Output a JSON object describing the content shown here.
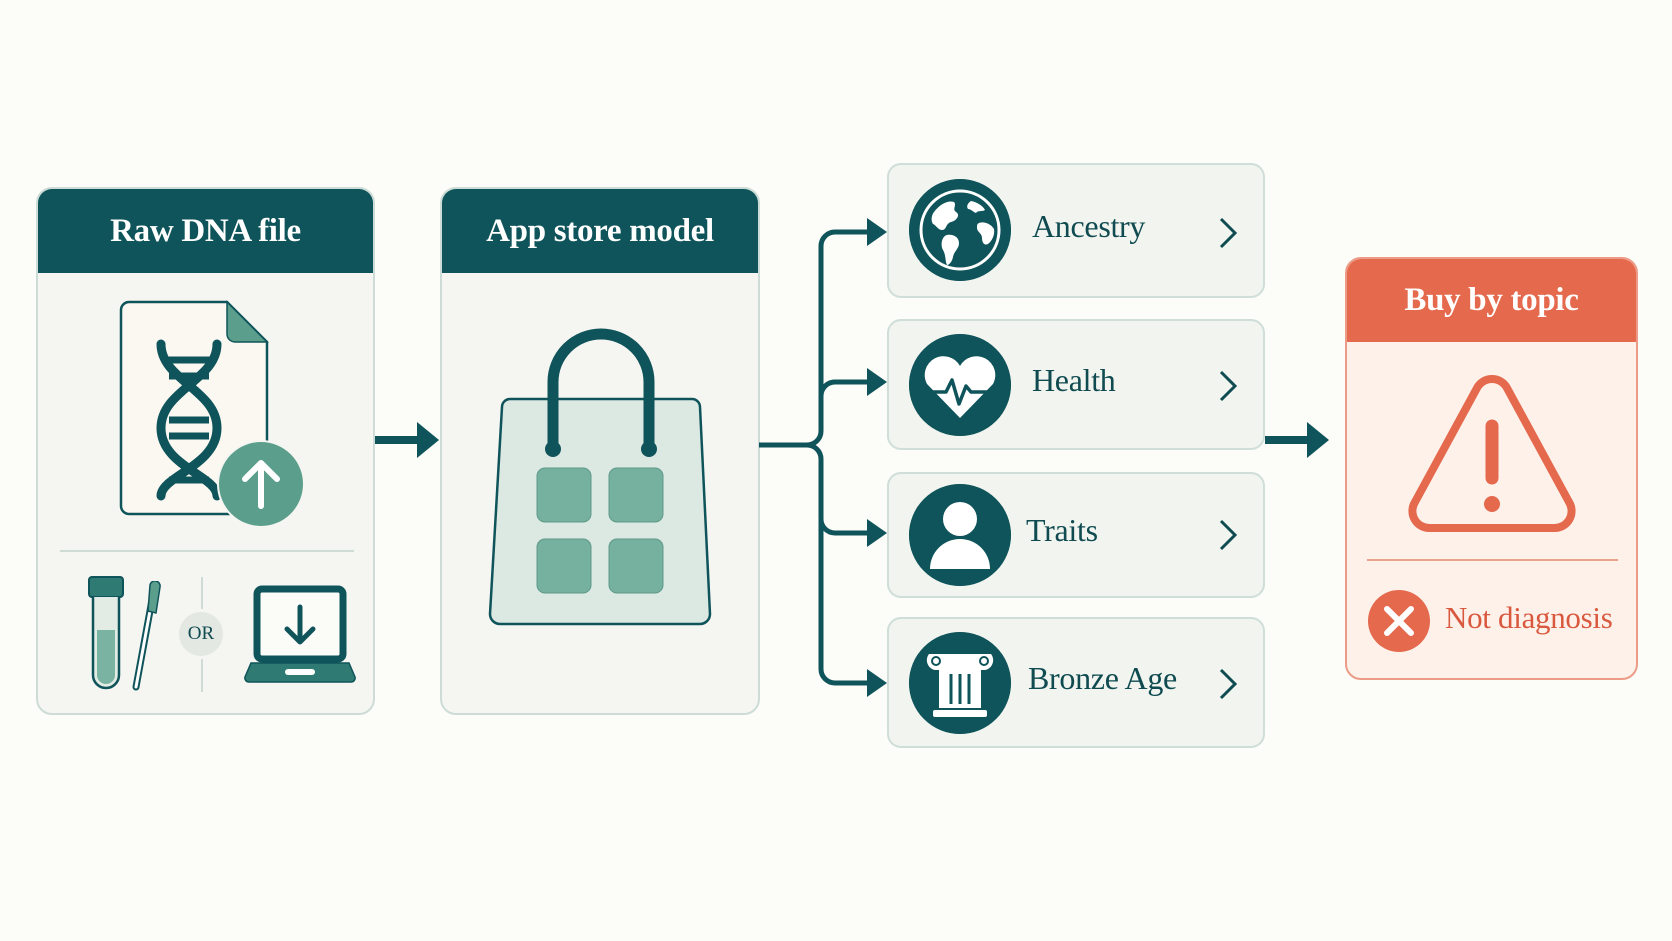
{
  "steps": [
    {
      "title": "Raw DNA file",
      "icons": [
        "dna-document-icon",
        "upload-icon",
        "test-tube-icon",
        "swab-icon",
        "laptop-download-icon"
      ],
      "or_label": "OR"
    },
    {
      "title": "App store model",
      "icons": [
        "shopping-bag-icon",
        "app-grid-icon"
      ]
    }
  ],
  "topics": [
    {
      "label": "Ancestry",
      "icon": "globe-icon"
    },
    {
      "label": "Health",
      "icon": "heart-pulse-icon"
    },
    {
      "label": "Traits",
      "icon": "person-icon"
    },
    {
      "label": "Bronze Age",
      "icon": "column-icon"
    }
  ],
  "result": {
    "title": "Buy by topic",
    "icon": "warning-triangle-icon",
    "note": "Not diagnosis",
    "note_icon": "x-circle-icon"
  },
  "colors": {
    "primary": "#0f545a",
    "accent_green": "#5c9e8c",
    "warning": "#e4694d",
    "background": "#fcfcf8"
  }
}
